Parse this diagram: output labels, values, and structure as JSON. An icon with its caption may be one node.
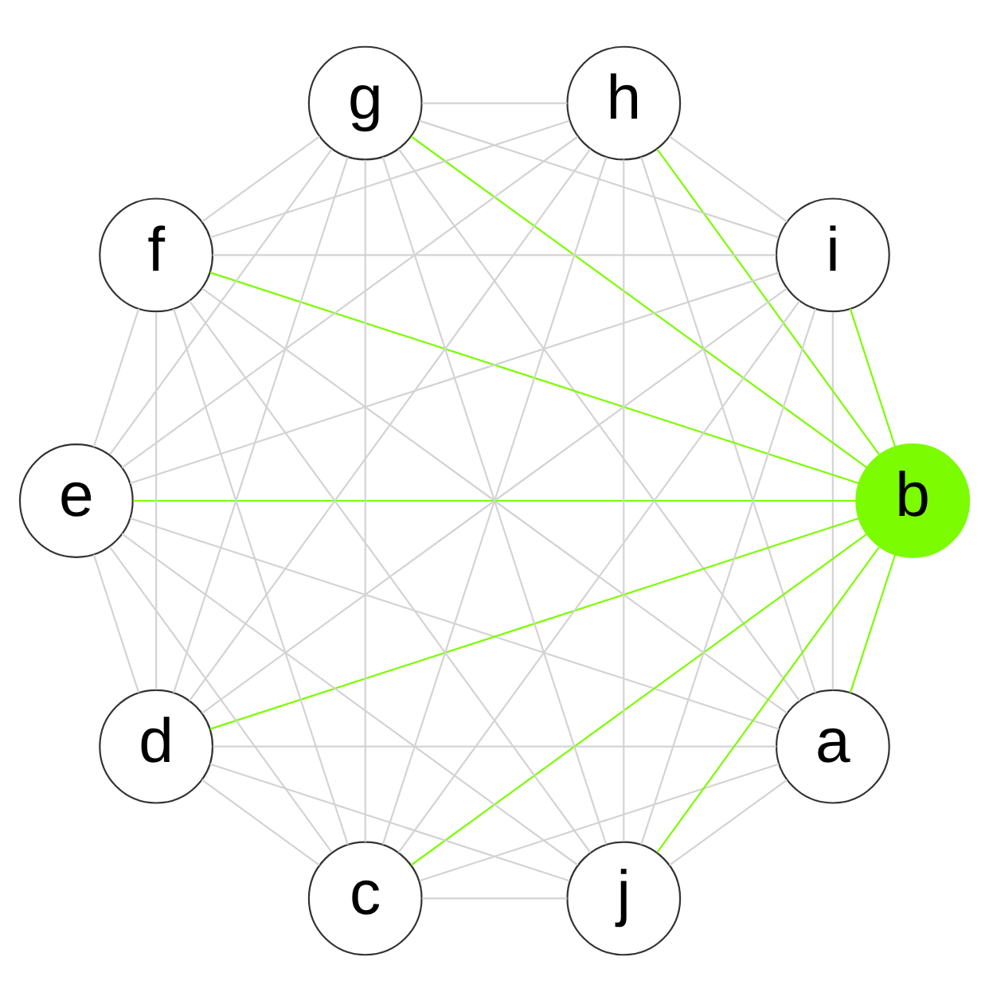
{
  "diagram": {
    "nodes": [
      {
        "text": [
          "a"
        ]
      },
      {
        "text": [
          "b"
        ]
      },
      {
        "text": [
          "c"
        ]
      },
      {
        "text": [
          "d"
        ]
      },
      {
        "text": [
          "e"
        ]
      },
      {
        "text": [
          "f"
        ]
      },
      {
        "text": [
          "g"
        ]
      },
      {
        "text": [
          "h"
        ]
      },
      {
        "text": [
          "i"
        ]
      },
      {
        "text": [
          "j"
        ]
      }
    ],
    "edges": [
      {
        "from": 1,
        "to": 0,
        "arrow": "none",
        "color": "#7cfc00"
      },
      {
        "from": 1,
        "to": 2,
        "arrow": "none",
        "color": "#7cfc00"
      },
      {
        "from": 1,
        "to": 3,
        "arrow": "none",
        "color": "#7cfc00"
      },
      {
        "from": 1,
        "to": 4,
        "arrow": "none",
        "color": "#7cfc00"
      },
      {
        "from": 1,
        "to": 5,
        "arrow": "none",
        "color": "#7cfc00"
      },
      {
        "from": 1,
        "to": 6,
        "arrow": "none",
        "color": "#7cfc00"
      },
      {
        "from": 1,
        "to": 7,
        "arrow": "none",
        "color": "#7cfc00"
      },
      {
        "from": 1,
        "to": 8,
        "arrow": "none",
        "color": "#7cfc00"
      },
      {
        "from": 1,
        "to": 9,
        "arrow": "none",
        "color": "#7cfc00"
      },
      {
        "from": 0,
        "to": 2,
        "arrow": "none"
      },
      {
        "from": 0,
        "to": 3,
        "arrow": "none"
      },
      {
        "from": 0,
        "to": 4,
        "arrow": "none"
      },
      {
        "from": 0,
        "to": 5,
        "arrow": "none"
      },
      {
        "from": 0,
        "to": 6,
        "arrow": "none"
      },
      {
        "from": 0,
        "to": 7,
        "arrow": "none"
      },
      {
        "from": 0,
        "to": 8,
        "arrow": "none"
      },
      {
        "from": 0,
        "to": 9,
        "arrow": "none"
      },
      {
        "from": 2,
        "to": 3,
        "arrow": "none"
      },
      {
        "from": 2,
        "to": 4,
        "arrow": "none"
      },
      {
        "from": 2,
        "to": 5,
        "arrow": "none"
      },
      {
        "from": 2,
        "to": 6,
        "arrow": "none"
      },
      {
        "from": 2,
        "to": 7,
        "arrow": "none"
      },
      {
        "from": 2,
        "to": 8,
        "arrow": "none"
      },
      {
        "from": 2,
        "to": 9,
        "arrow": "none"
      },
      {
        "from": 3,
        "to": 4,
        "arrow": "none"
      },
      {
        "from": 3,
        "to": 5,
        "arrow": "none"
      },
      {
        "from": 3,
        "to": 6,
        "arrow": "none"
      },
      {
        "from": 3,
        "to": 7,
        "arrow": "none"
      },
      {
        "from": 3,
        "to": 8,
        "arrow": "none"
      },
      {
        "from": 3,
        "to": 9,
        "arrow": "none"
      },
      {
        "from": 4,
        "to": 5,
        "arrow": "none"
      },
      {
        "from": 4,
        "to": 6,
        "arrow": "none"
      },
      {
        "from": 4,
        "to": 7,
        "arrow": "none"
      },
      {
        "from": 4,
        "to": 8,
        "arrow": "none"
      },
      {
        "from": 4,
        "to": 9,
        "arrow": "none"
      },
      {
        "from": 5,
        "to": 6,
        "arrow": "none"
      },
      {
        "from": 5,
        "to": 7,
        "arrow": "none"
      },
      {
        "from": 5,
        "to": 8,
        "arrow": "none"
      },
      {
        "from": 5,
        "to": 9,
        "arrow": "none"
      },
      {
        "from": 6,
        "to": 7,
        "arrow": "none"
      },
      {
        "from": 6,
        "to": 8,
        "arrow": "none"
      },
      {
        "from": 6,
        "to": 9,
        "arrow": "none"
      },
      {
        "from": 7,
        "to": 8,
        "arrow": "none"
      },
      {
        "from": 7,
        "to": 9,
        "arrow": "none"
      },
      {
        "from": 8,
        "to": 9,
        "arrow": "none"
      }
    ]
  }
}
